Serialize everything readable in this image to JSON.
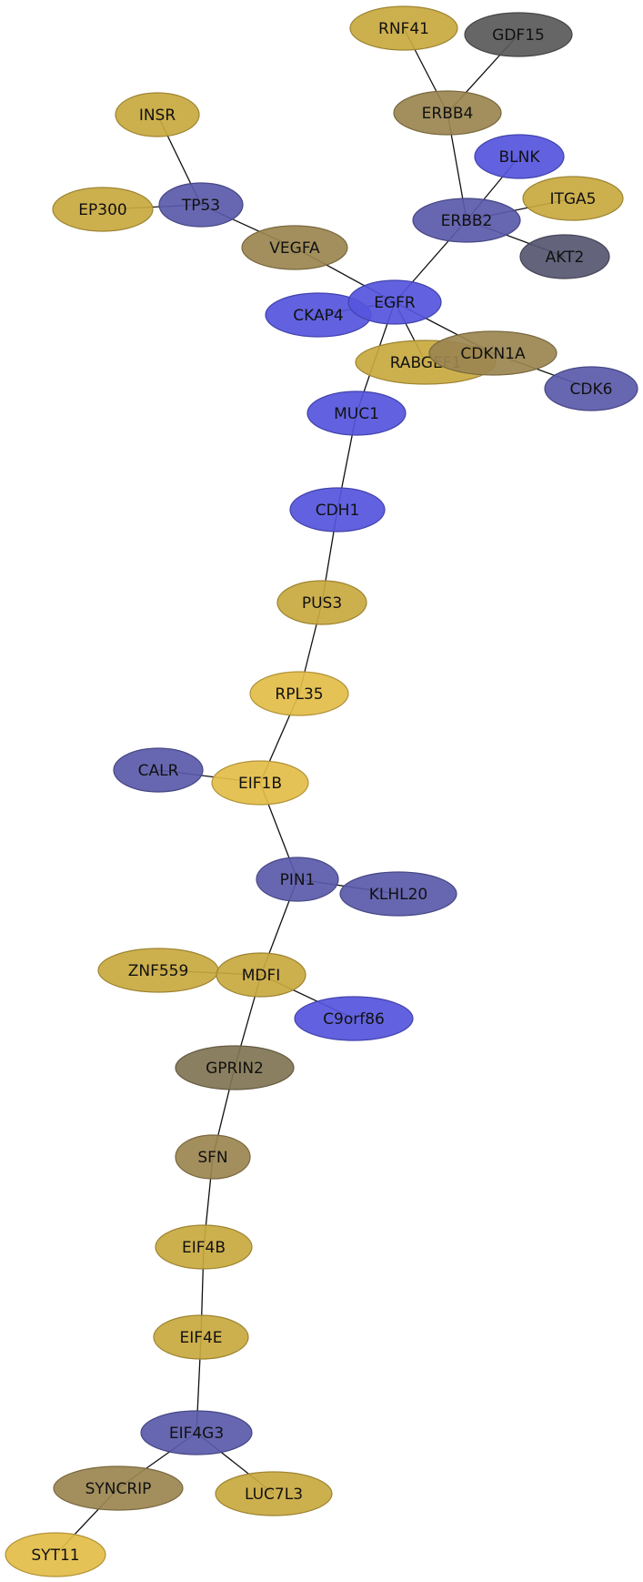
{
  "colors": {
    "gold": "#c9a93f",
    "gold_light": "#e3bd48",
    "tan": "#9b8550",
    "olive_dark": "#807452",
    "blue_bright": "#5555dd",
    "blue_slate": "#5a5aaa",
    "gray_dark": "#595959",
    "gray_slate": "#565670",
    "edge": "#111111"
  },
  "nodes": [
    {
      "id": "RNF41",
      "label": "RNF41",
      "color": "gold"
    },
    {
      "id": "GDF15",
      "label": "GDF15",
      "color": "gray_dark"
    },
    {
      "id": "ERBB4",
      "label": "ERBB4",
      "color": "tan"
    },
    {
      "id": "INSR",
      "label": "INSR",
      "color": "gold"
    },
    {
      "id": "BLNK",
      "label": "BLNK",
      "color": "blue_bright"
    },
    {
      "id": "TP53",
      "label": "TP53",
      "color": "blue_slate"
    },
    {
      "id": "ITGA5",
      "label": "ITGA5",
      "color": "gold"
    },
    {
      "id": "EP300",
      "label": "EP300",
      "color": "gold"
    },
    {
      "id": "ERBB2",
      "label": "ERBB2",
      "color": "blue_slate"
    },
    {
      "id": "VEGFA",
      "label": "VEGFA",
      "color": "tan"
    },
    {
      "id": "AKT2",
      "label": "AKT2",
      "color": "gray_slate"
    },
    {
      "id": "CKAP4",
      "label": "CKAP4",
      "color": "blue_bright"
    },
    {
      "id": "EGFR",
      "label": "EGFR",
      "color": "blue_bright"
    },
    {
      "id": "RABGEF1",
      "label": "RABGEF1",
      "color": "gold"
    },
    {
      "id": "CDKN1A",
      "label": "CDKN1A",
      "color": "tan"
    },
    {
      "id": "CDK6",
      "label": "CDK6",
      "color": "blue_slate"
    },
    {
      "id": "MUC1",
      "label": "MUC1",
      "color": "blue_bright"
    },
    {
      "id": "CDH1",
      "label": "CDH1",
      "color": "blue_bright"
    },
    {
      "id": "PUS3",
      "label": "PUS3",
      "color": "gold"
    },
    {
      "id": "RPL35",
      "label": "RPL35",
      "color": "gold_light"
    },
    {
      "id": "CALR",
      "label": "CALR",
      "color": "blue_slate"
    },
    {
      "id": "EIF1B",
      "label": "EIF1B",
      "color": "gold_light"
    },
    {
      "id": "PIN1",
      "label": "PIN1",
      "color": "blue_slate"
    },
    {
      "id": "KLHL20",
      "label": "KLHL20",
      "color": "blue_slate"
    },
    {
      "id": "ZNF559",
      "label": "ZNF559",
      "color": "gold"
    },
    {
      "id": "MDFI",
      "label": "MDFI",
      "color": "gold"
    },
    {
      "id": "C9orf86",
      "label": "C9orf86",
      "color": "blue_bright"
    },
    {
      "id": "GPRIN2",
      "label": "GPRIN2",
      "color": "olive_dark"
    },
    {
      "id": "SFN",
      "label": "SFN",
      "color": "tan"
    },
    {
      "id": "EIF4B",
      "label": "EIF4B",
      "color": "gold"
    },
    {
      "id": "EIF4E",
      "label": "EIF4E",
      "color": "gold"
    },
    {
      "id": "EIF4G3",
      "label": "EIF4G3",
      "color": "blue_slate"
    },
    {
      "id": "SYNCRIP",
      "label": "SYNCRIP",
      "color": "tan"
    },
    {
      "id": "LUC7L3",
      "label": "LUC7L3",
      "color": "gold"
    },
    {
      "id": "SYT11",
      "label": "SYT11",
      "color": "gold_light"
    }
  ],
  "edges": [
    [
      "RNF41",
      "ERBB4"
    ],
    [
      "GDF15",
      "ERBB4"
    ],
    [
      "ERBB4",
      "ERBB2"
    ],
    [
      "BLNK",
      "ERBB2"
    ],
    [
      "ITGA5",
      "ERBB2"
    ],
    [
      "AKT2",
      "ERBB2"
    ],
    [
      "ERBB2",
      "EGFR"
    ],
    [
      "INSR",
      "TP53"
    ],
    [
      "EP300",
      "TP53"
    ],
    [
      "TP53",
      "VEGFA"
    ],
    [
      "VEGFA",
      "EGFR"
    ],
    [
      "CKAP4",
      "EGFR"
    ],
    [
      "EGFR",
      "RABGEF1"
    ],
    [
      "EGFR",
      "CDKN1A"
    ],
    [
      "CDKN1A",
      "CDK6"
    ],
    [
      "EGFR",
      "MUC1"
    ],
    [
      "MUC1",
      "CDH1"
    ],
    [
      "CDH1",
      "PUS3"
    ],
    [
      "PUS3",
      "RPL35"
    ],
    [
      "RPL35",
      "EIF1B"
    ],
    [
      "CALR",
      "EIF1B"
    ],
    [
      "EIF1B",
      "PIN1"
    ],
    [
      "PIN1",
      "KLHL20"
    ],
    [
      "PIN1",
      "MDFI"
    ],
    [
      "ZNF559",
      "MDFI"
    ],
    [
      "MDFI",
      "C9orf86"
    ],
    [
      "MDFI",
      "GPRIN2"
    ],
    [
      "GPRIN2",
      "SFN"
    ],
    [
      "SFN",
      "EIF4B"
    ],
    [
      "EIF4B",
      "EIF4E"
    ],
    [
      "EIF4E",
      "EIF4G3"
    ],
    [
      "EIF4G3",
      "SYNCRIP"
    ],
    [
      "EIF4G3",
      "LUC7L3"
    ],
    [
      "SYNCRIP",
      "SYT11"
    ]
  ]
}
